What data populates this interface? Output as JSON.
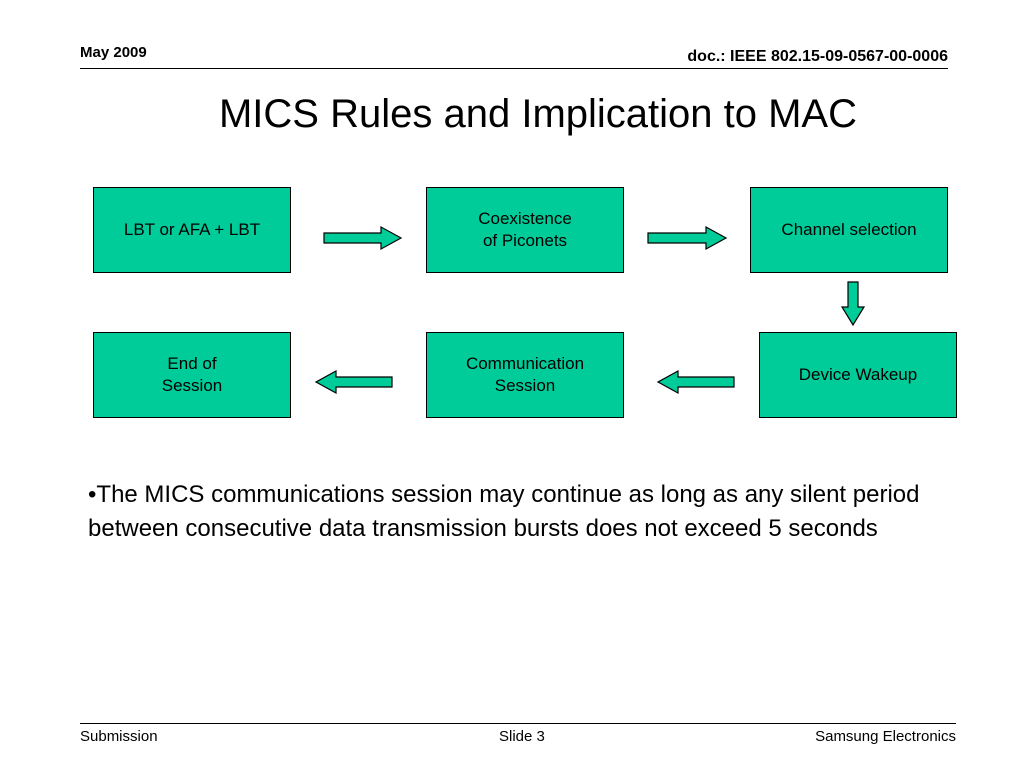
{
  "header": {
    "date": "May 2009",
    "doc": "doc.: IEEE 802.15-09-0567-00-0006"
  },
  "title": "MICS Rules and Implication to MAC",
  "flow": {
    "boxes": {
      "lbt": "LBT or AFA + LBT",
      "coexistence": "Coexistence\nof Piconets",
      "channel": "Channel selection",
      "wakeup": "Device Wakeup",
      "communication": "Communication\nSession",
      "end": "End of\nSession"
    },
    "colors": {
      "box_fill": "#00cc99",
      "arrow_fill": "#00cc99",
      "border": "#000000"
    }
  },
  "note": "•The MICS communications session may continue as long as any silent period between consecutive data transmission bursts does not exceed 5 seconds",
  "footer": {
    "left": "Submission",
    "center": "Slide 3",
    "right": "Samsung Electronics"
  }
}
